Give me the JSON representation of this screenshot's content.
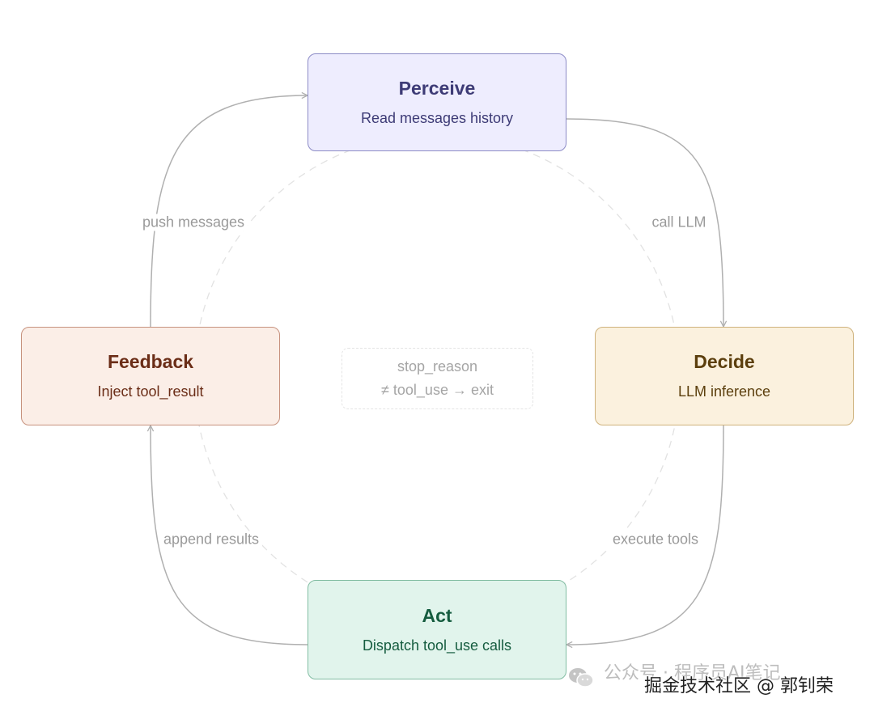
{
  "nodes": {
    "perceive": {
      "title": "Perceive",
      "subtitle": "Read messages history"
    },
    "decide": {
      "title": "Decide",
      "subtitle": "LLM inference"
    },
    "act": {
      "title": "Act",
      "subtitle": "Dispatch tool_use calls"
    },
    "feedback": {
      "title": "Feedback",
      "subtitle": "Inject tool_result"
    }
  },
  "edges": {
    "push_messages": "push messages",
    "call_llm": "call LLM",
    "execute_tools": "execute tools",
    "append_results": "append results"
  },
  "center": {
    "line1": "stop_reason",
    "line2": "≠ tool_use → exit"
  },
  "watermark": {
    "faded_text": "公众号 · 程序员AI笔记",
    "main_text": "掘金技术社区 @ 郭钊荣"
  },
  "colors": {
    "perceive": "#eeedfe",
    "decide": "#fbf1de",
    "act": "#e1f4ec",
    "feedback": "#fbeee7",
    "arrow": "#b0b0b0"
  }
}
